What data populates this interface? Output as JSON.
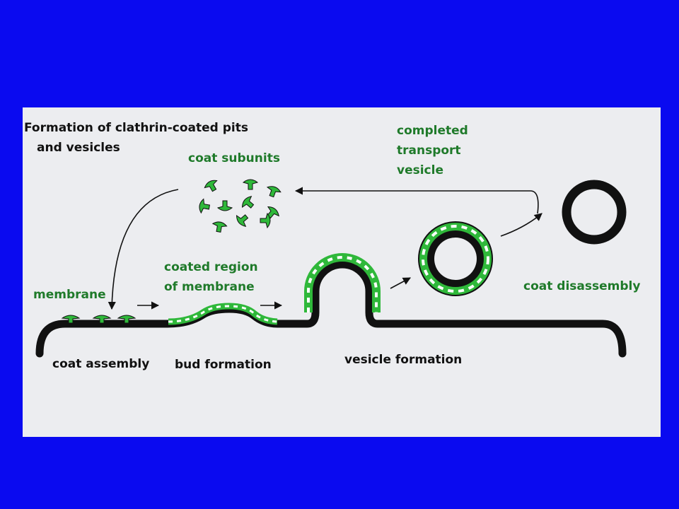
{
  "title": [
    "Formation of clathrin-coated pits",
    "and vesicles"
  ],
  "labels": {
    "coat_subunits": "coat subunits",
    "completed_vesicle": [
      "completed",
      "transport",
      "vesicle"
    ],
    "membrane": "membrane",
    "coated_region": [
      "coated region",
      "of membrane"
    ],
    "coat_disassembly": "coat disassembly",
    "coat_assembly": "coat assembly",
    "bud_formation": "bud formation",
    "vesicle_formation": "vesicle formation"
  },
  "colors": {
    "background": "#0a0af0",
    "panel": "#ecedf0",
    "membrane": "#111111",
    "coat": "#2fb83a",
    "label_green": "#1f7a2a"
  }
}
